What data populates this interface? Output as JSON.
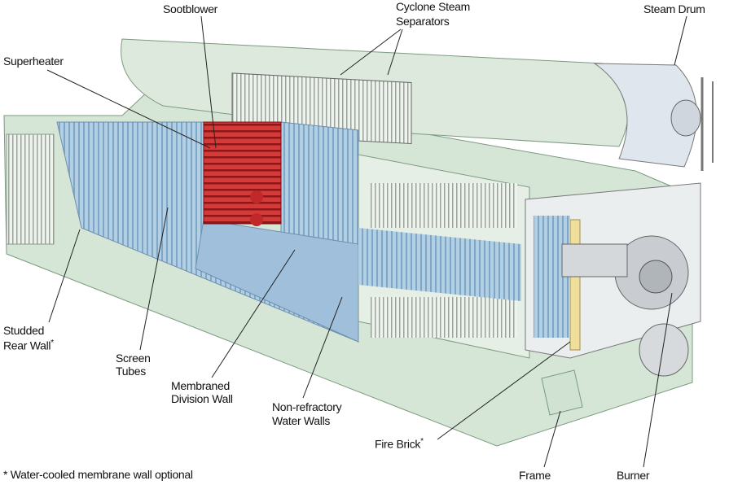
{
  "labels": {
    "sootblower": "Sootblower",
    "cyclone_1": "Cyclone Steam",
    "cyclone_2": "Separators",
    "steam_drum": "Steam Drum",
    "superheater": "Superheater",
    "studded_1": "Studded",
    "studded_2": "Rear Wall",
    "screen_1": "Screen",
    "screen_2": "Tubes",
    "membraned_1": "Membraned",
    "membraned_2": "Division Wall",
    "nonref_1": "Non-refractory",
    "nonref_2": "Water Walls",
    "fire_brick": "Fire Brick",
    "frame": "Frame",
    "burner": "Burner",
    "asterisk": "*"
  },
  "footnote": "* Water-cooled membrane wall optional",
  "colors": {
    "casing": "#d5e6d6",
    "tubes": "#a9c7df",
    "superheater": "#c0282a",
    "refractory": "#ece3c2",
    "metal": "#c9cdd2"
  }
}
